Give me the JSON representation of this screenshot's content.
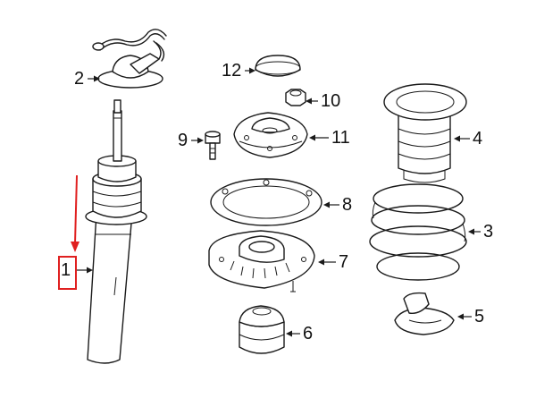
{
  "diagram": {
    "callouts": [
      {
        "id": "1",
        "label": "1",
        "part": "strut",
        "highlighted": true
      },
      {
        "id": "2",
        "label": "2",
        "part": "sensor-bracket"
      },
      {
        "id": "3",
        "label": "3",
        "part": "coil-spring"
      },
      {
        "id": "4",
        "label": "4",
        "part": "dust-boot"
      },
      {
        "id": "5",
        "label": "5",
        "part": "spring-seat"
      },
      {
        "id": "6",
        "label": "6",
        "part": "bump-stop"
      },
      {
        "id": "7",
        "label": "7",
        "part": "lower-mount-plate"
      },
      {
        "id": "8",
        "label": "8",
        "part": "gasket"
      },
      {
        "id": "9",
        "label": "9",
        "part": "bolt"
      },
      {
        "id": "10",
        "label": "10",
        "part": "nut"
      },
      {
        "id": "11",
        "label": "11",
        "part": "upper-mount"
      },
      {
        "id": "12",
        "label": "12",
        "part": "cap"
      }
    ]
  },
  "colors": {
    "line": "#1a1a1a",
    "highlight": "#e02020",
    "background": "#ffffff"
  }
}
